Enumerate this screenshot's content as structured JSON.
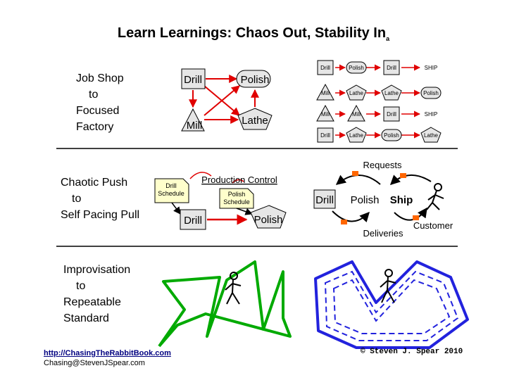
{
  "title": "Learn Learnings: Chaos Out, Stability In",
  "title_sub": "a",
  "rows": [
    {
      "lines": [
        "Job Shop",
        "to",
        "Focused",
        "Factory"
      ]
    },
    {
      "lines": [
        "Chaotic Push",
        "to",
        "Self Pacing Pull"
      ]
    },
    {
      "lines": [
        "Improvisation",
        "to",
        "Repeatable",
        "Standard"
      ]
    }
  ],
  "job_shop": {
    "drill": "Drill",
    "polish": "Polish",
    "mill": "Mill",
    "lathe": "Lathe"
  },
  "focused_cells": [
    [
      "Drill",
      "Polish",
      "Drill",
      "SHIP"
    ],
    [
      "Mill",
      "Lathe",
      "Lathe",
      "Polish"
    ],
    [
      "Mill",
      "Mill",
      "Drill",
      "SHIP"
    ],
    [
      "Drill",
      "Lathe",
      "Polish",
      "Lathe"
    ]
  ],
  "push": {
    "production_control": "Production Control",
    "drill_schedule": [
      "Drill",
      "Schedule"
    ],
    "polish_schedule": [
      "Polish",
      "Schedule"
    ],
    "drill": "Drill",
    "polish": "Polish"
  },
  "pull": {
    "requests": "Requests",
    "drill": "Drill",
    "polish": "Polish",
    "ship": "Ship",
    "deliveries": "Deliveries",
    "customer": "Customer"
  },
  "footer": {
    "url": "http://ChasingTheRabbitBook.com",
    "email": "Chasing@StevenJSpear.com",
    "copyright": "© Steven J. Spear 2010"
  },
  "colors": {
    "arrow": "#e00000",
    "stand_fill": "#e6e6e6",
    "schedule_fill": "#ffffcc",
    "green": "#00aa00",
    "blue": "#2222dd",
    "pull_arrow": "#ff6600"
  }
}
